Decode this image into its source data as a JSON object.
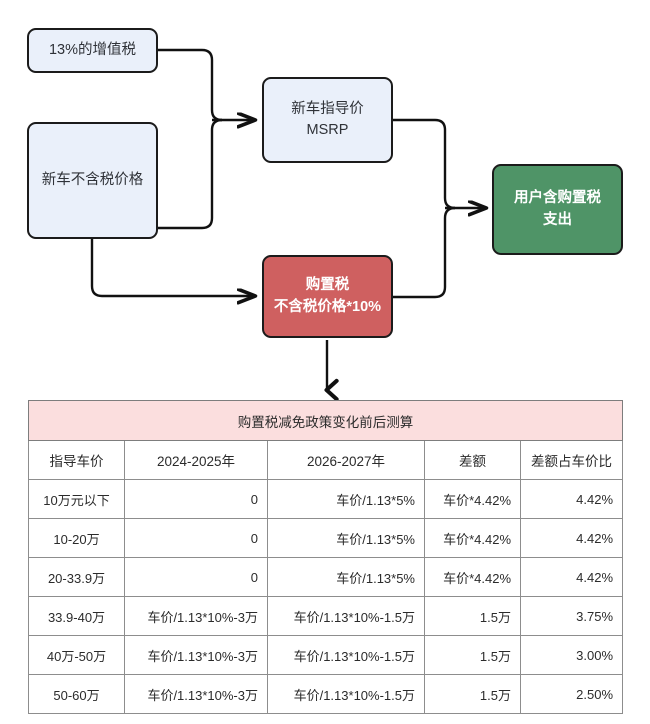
{
  "diagram": {
    "nodes": {
      "vat": {
        "lines": [
          "13%的增值税"
        ],
        "color": "#eaf0fa"
      },
      "ex_tax_price": {
        "lines": [
          "新车不含税价格"
        ],
        "color": "#eaf0fa"
      },
      "msrp": {
        "lines": [
          "新车指导价",
          "MSRP"
        ],
        "color": "#eaf0fa"
      },
      "purchase_tax": {
        "lines": [
          "购置税",
          "不含税价格*10%"
        ],
        "color": "#cf6060"
      },
      "user_cost": {
        "lines": [
          "用户含购置税",
          "支出"
        ],
        "color": "#4f9467"
      }
    }
  },
  "table": {
    "title": "购置税减免政策变化前后测算",
    "headers": [
      "指导车价",
      "2024-2025年",
      "2026-2027年",
      "差额",
      "差额占车价比"
    ],
    "rows": [
      [
        "10万元以下",
        "0",
        "车价/1.13*5%",
        "车价*4.42%",
        "4.42%"
      ],
      [
        "10-20万",
        "0",
        "车价/1.13*5%",
        "车价*4.42%",
        "4.42%"
      ],
      [
        "20-33.9万",
        "0",
        "车价/1.13*5%",
        "车价*4.42%",
        "4.42%"
      ],
      [
        "33.9-40万",
        "车价/1.13*10%-3万",
        "车价/1.13*10%-1.5万",
        "1.5万",
        "3.75%"
      ],
      [
        "40万-50万",
        "车价/1.13*10%-3万",
        "车价/1.13*10%-1.5万",
        "1.5万",
        "3.00%"
      ],
      [
        "50-60万",
        "车价/1.13*10%-3万",
        "车价/1.13*10%-1.5万",
        "1.5万",
        "2.50%"
      ]
    ],
    "header_bg": "#fbdede"
  }
}
